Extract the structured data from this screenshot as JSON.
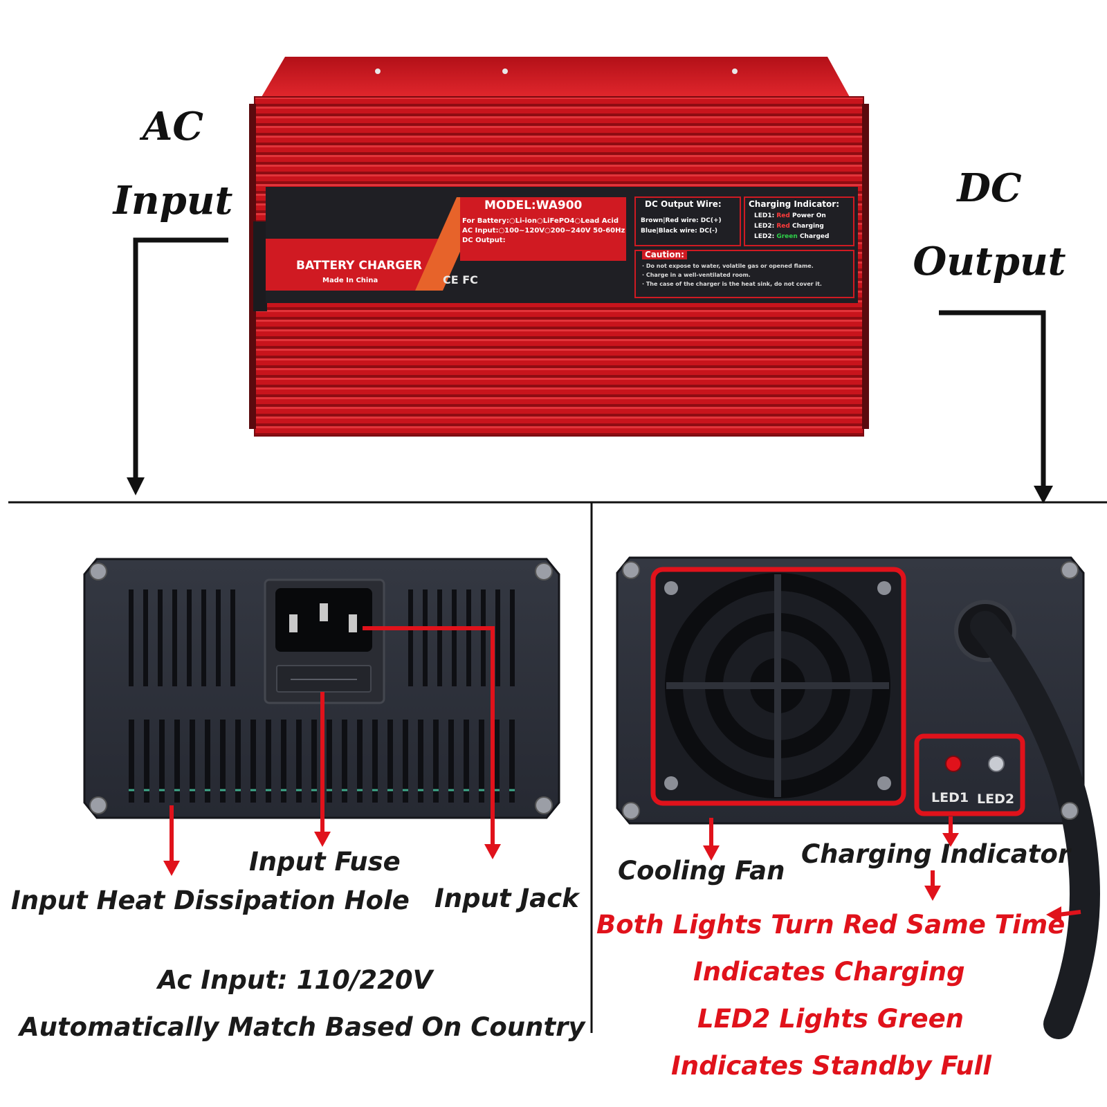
{
  "top_labels": {
    "ac_line1": "AC",
    "ac_line2": "Input",
    "dc_line1": "DC",
    "dc_line2": "Output"
  },
  "charger_label": {
    "model": "MODEL:WA900",
    "for_battery": "For Battery:○Li-ion○LiFePO4○Lead Acid",
    "ac_input": "AC Input:○100~120V○200~240V  50-60Hz",
    "dc_output": "DC Output:",
    "product": "BATTERY CHARGER",
    "made_in": "Made In China",
    "certs": "CE FC",
    "dc_wire_title": "DC Output Wire:",
    "dc_wire_pos": "Brown|Red wire: DC(+)",
    "dc_wire_neg": "Blue|Black wire: DC(-)",
    "indicator_title": "Charging Indicator:",
    "led1_prefix": "LED1: ",
    "led1_color": "Red",
    "led1_suffix": " Power On",
    "led2a_prefix": "LED2: ",
    "led2a_color": "Red",
    "led2a_suffix": " Charging",
    "led2b_prefix": "LED2: ",
    "led2b_color": "Green",
    "led2b_suffix": " Charged",
    "caution_title": "Caution:",
    "caution_1": "· Do not expose to water, volatile gas or opened flame.",
    "caution_2": "· Charge in a well-ventilated room.",
    "caution_3": "· The case of the charger is the heat sink, do not cover it."
  },
  "left_panel": {
    "input_fuse": "Input Fuse",
    "heat_hole": "Input Heat Dissipation Hole",
    "input_jack": "Input Jack",
    "ac_note_1": "Ac Input: 110/220V",
    "ac_note_2": "Automatically Match Based On Country"
  },
  "right_panel": {
    "led1": "LED1",
    "led2": "LED2",
    "cooling_fan": "Cooling Fan",
    "charging_indicator": "Charging Indicator",
    "red_1": "Both Lights Turn Red Same Time",
    "red_2": "Indicates Charging",
    "red_3": "LED2 Lights Green",
    "red_4": "Indicates Standby Full"
  },
  "colors": {
    "charger_red": "#c8141c",
    "panel_dark": "#2c2f38",
    "callout_red": "#e0121b"
  }
}
